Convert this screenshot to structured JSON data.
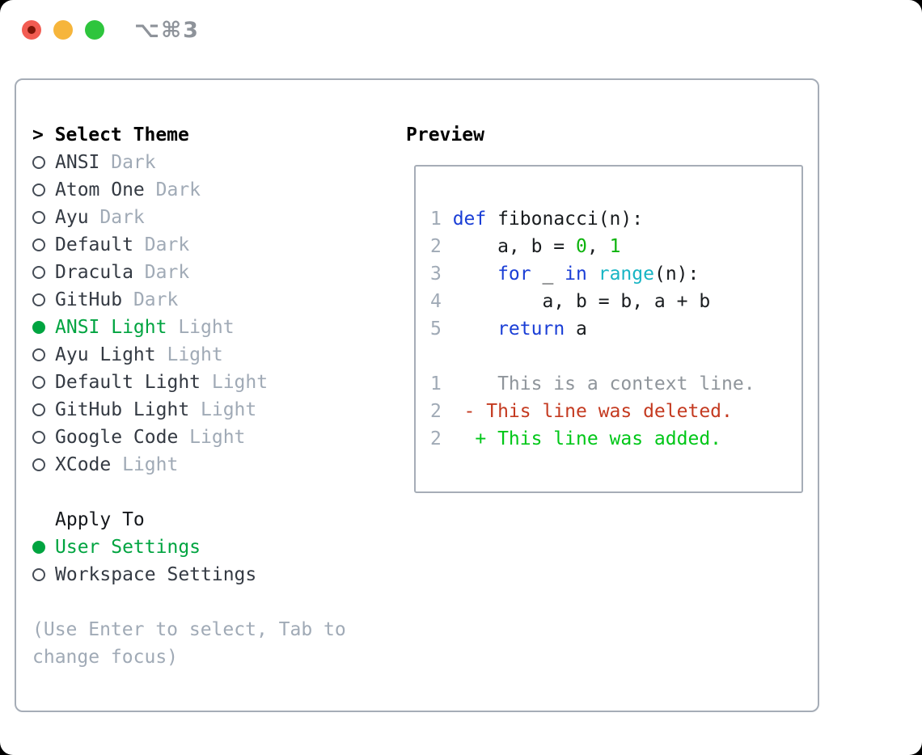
{
  "window": {
    "title": "⌥⌘3"
  },
  "colors": {
    "accent_green": "#00a440",
    "diff_add": "#00c718",
    "diff_del": "#c43a20",
    "keyword_blue": "#1a3ed6",
    "builtin_cyan": "#17b5c4",
    "number_green": "#0db30d",
    "muted": "#a0aab6",
    "dark": "#343a43",
    "code_text": "#191c1f",
    "context_gray": "#8f959b",
    "border": "#a6adb7",
    "title_gray": "#8e939a",
    "traffic_red": "#f25c52",
    "traffic_red_dot": "#7e1507",
    "traffic_yellow": "#f6b53b",
    "traffic_green": "#2ec53d"
  },
  "theme_panel": {
    "header": "> Select Theme",
    "themes": [
      {
        "name": "ANSI",
        "variant": "Dark",
        "selected": false
      },
      {
        "name": "Atom One",
        "variant": "Dark",
        "selected": false
      },
      {
        "name": "Ayu",
        "variant": "Dark",
        "selected": false
      },
      {
        "name": "Default",
        "variant": "Dark",
        "selected": false
      },
      {
        "name": "Dracula",
        "variant": "Dark",
        "selected": false
      },
      {
        "name": "GitHub",
        "variant": "Dark",
        "selected": false
      },
      {
        "name": "ANSI Light",
        "variant": "Light",
        "selected": true
      },
      {
        "name": "Ayu Light",
        "variant": "Light",
        "selected": false
      },
      {
        "name": "Default Light",
        "variant": "Light",
        "selected": false
      },
      {
        "name": "GitHub Light",
        "variant": "Light",
        "selected": false
      },
      {
        "name": "Google Code",
        "variant": "Light",
        "selected": false
      },
      {
        "name": "XCode",
        "variant": "Light",
        "selected": false
      }
    ],
    "apply_to": {
      "header": "Apply To",
      "options": [
        {
          "label": "User Settings",
          "selected": true
        },
        {
          "label": "Workspace Settings",
          "selected": false
        }
      ]
    },
    "help_text": "(Use Enter to select, Tab to change focus)"
  },
  "preview": {
    "header": "Preview",
    "code_lines": [
      {
        "no": "1",
        "segments": [
          {
            "t": "def",
            "c": "kw"
          },
          {
            "t": " fibonacci(n):",
            "c": "plain"
          }
        ]
      },
      {
        "no": "2",
        "segments": [
          {
            "t": "    a, b = ",
            "c": "plain"
          },
          {
            "t": "0",
            "c": "num"
          },
          {
            "t": ", ",
            "c": "plain"
          },
          {
            "t": "1",
            "c": "num"
          }
        ]
      },
      {
        "no": "3",
        "segments": [
          {
            "t": "    ",
            "c": "plain"
          },
          {
            "t": "for",
            "c": "kw"
          },
          {
            "t": " _ ",
            "c": "plain"
          },
          {
            "t": "in",
            "c": "kw"
          },
          {
            "t": " ",
            "c": "plain"
          },
          {
            "t": "range",
            "c": "fn"
          },
          {
            "t": "(n):",
            "c": "plain"
          }
        ]
      },
      {
        "no": "4",
        "segments": [
          {
            "t": "        a, b = b, a + b",
            "c": "plain"
          }
        ]
      },
      {
        "no": "5",
        "segments": [
          {
            "t": "    ",
            "c": "plain"
          },
          {
            "t": "return",
            "c": "kw"
          },
          {
            "t": " a",
            "c": "plain"
          }
        ]
      },
      {
        "no": "",
        "segments": []
      },
      {
        "no": "1",
        "segments": [
          {
            "t": "    This is a context line.",
            "c": "ctx"
          }
        ]
      },
      {
        "no": "2",
        "segments": [
          {
            "t": " - This line was deleted.",
            "c": "del"
          }
        ]
      },
      {
        "no": "2",
        "segments": [
          {
            "t": "  + This line was added.",
            "c": "add"
          }
        ]
      }
    ]
  }
}
